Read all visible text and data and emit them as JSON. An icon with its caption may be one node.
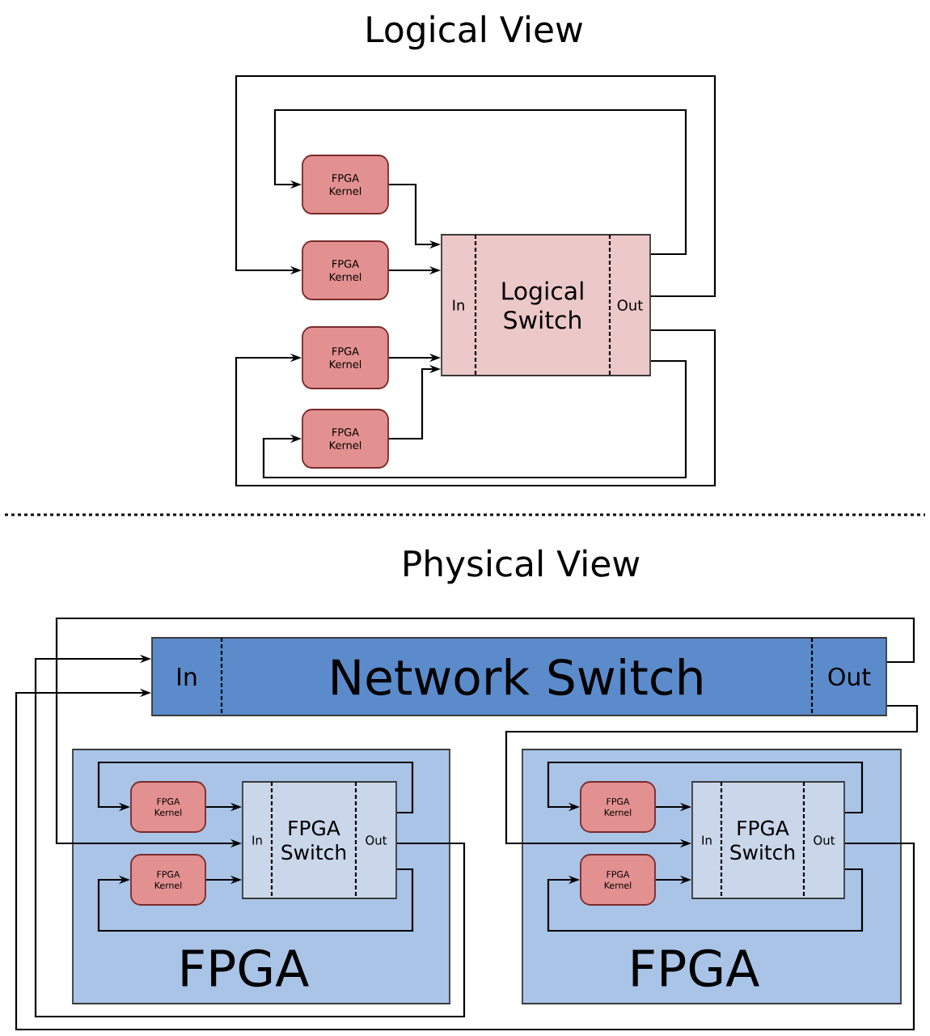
{
  "diagram": {
    "nodes": [
      {
        "text": [
          "FPGA Kernel"
        ]
      },
      {
        "text": [
          "FPGA Kernel"
        ]
      },
      {
        "text": [
          "FPGA Kernel"
        ]
      },
      {
        "text": [
          "FPGA Kernel"
        ]
      },
      {
        "text": [
          "In",
          "Logical Switch",
          "Out"
        ]
      },
      {
        "text": [
          "In",
          "Network Switch",
          "Out"
        ]
      },
      {
        "text": [
          "FPGA"
        ]
      },
      {
        "text": [
          "FPGA Kernel"
        ],
        "in": 6
      },
      {
        "text": [
          "FPGA Kernel"
        ],
        "in": 6
      },
      {
        "text": [
          "In",
          "FPGA Switch",
          "Out"
        ],
        "in": 6
      },
      {
        "text": [
          "FPGA"
        ]
      },
      {
        "text": [
          "FPGA Kernel"
        ],
        "in": 10
      },
      {
        "text": [
          "FPGA Kernel"
        ],
        "in": 10
      },
      {
        "text": [
          "In",
          "FPGA Switch",
          "Out"
        ],
        "in": 10
      }
    ],
    "edges": [
      {
        "from": 0,
        "to": 4,
        "arrow": "to"
      },
      {
        "from": 1,
        "to": 4,
        "arrow": "to"
      },
      {
        "from": 2,
        "to": 4,
        "arrow": "to"
      },
      {
        "from": 3,
        "to": 4,
        "arrow": "to"
      },
      {
        "from": 4,
        "to": 0,
        "arrow": "to"
      },
      {
        "from": 4,
        "to": 1,
        "arrow": "to"
      },
      {
        "from": 4,
        "to": 2,
        "arrow": "to"
      },
      {
        "from": 4,
        "to": 3,
        "arrow": "to"
      },
      {
        "from": 7,
        "to": 9,
        "arrow": "to"
      },
      {
        "from": 8,
        "to": 9,
        "arrow": "to"
      },
      {
        "from": 9,
        "to": 7,
        "arrow": "to"
      },
      {
        "from": 9,
        "to": 8,
        "arrow": "to"
      },
      {
        "from": 9,
        "to": 5,
        "arrow": "to"
      },
      {
        "from": 5,
        "to": 9,
        "arrow": "to"
      },
      {
        "from": 11,
        "to": 13,
        "arrow": "to"
      },
      {
        "from": 12,
        "to": 13,
        "arrow": "to"
      },
      {
        "from": 13,
        "to": 11,
        "arrow": "to"
      },
      {
        "from": 13,
        "to": 12,
        "arrow": "to"
      },
      {
        "from": 13,
        "to": 5,
        "arrow": "to"
      },
      {
        "from": 5,
        "to": 13,
        "arrow": "to"
      }
    ],
    "labels": [
      "Logical View",
      "Physical View"
    ]
  }
}
